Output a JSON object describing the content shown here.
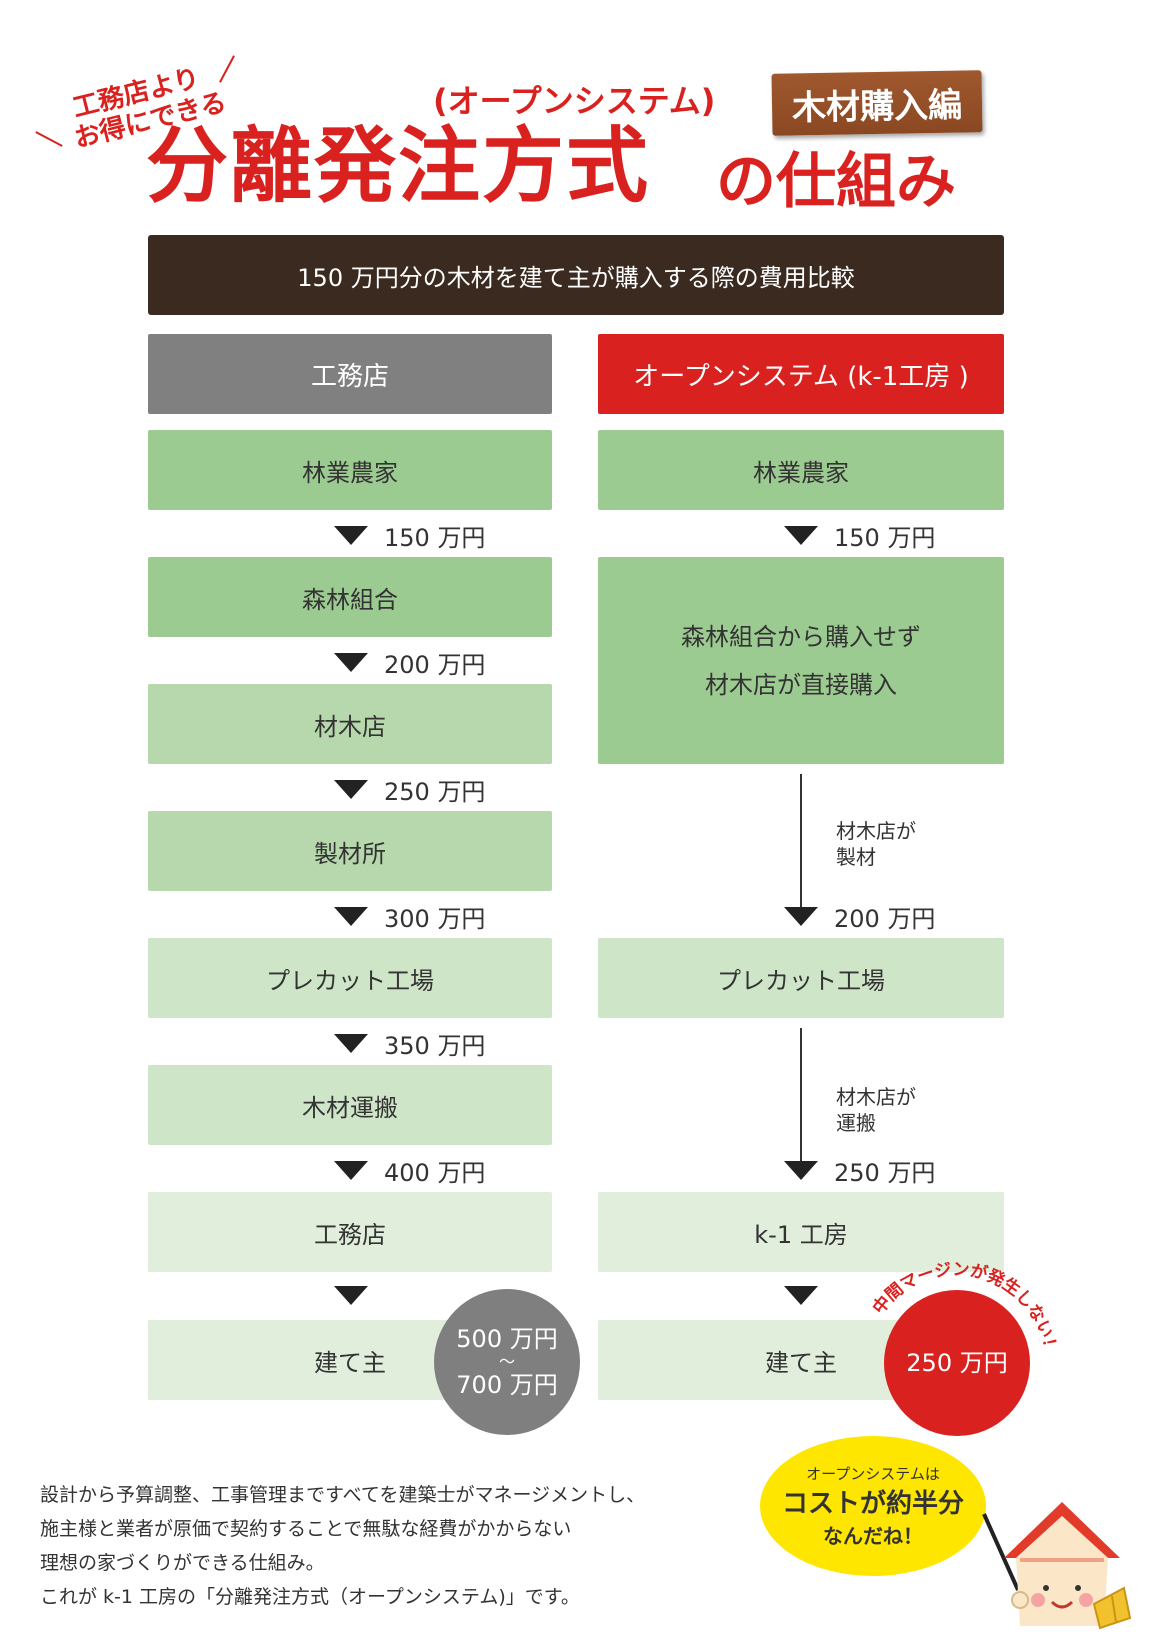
{
  "header": {
    "tagline_1": "工務店より",
    "tagline_2": "お得にできる",
    "subtitle": "(オープンシステム)",
    "title_main": "分離発注方式",
    "title_rest": "の仕組み",
    "edition_label": "木材購入編",
    "banner": "150 万円分の木材を建て主が購入する際の費用比較"
  },
  "left": {
    "header": "工務店",
    "steps": [
      "林業農家",
      "森林組合",
      "材木店",
      "製材所",
      "プレカット工場",
      "木材運搬",
      "工務店",
      "建て主"
    ],
    "prices": [
      "150 万円",
      "200 万円",
      "250 万円",
      "300 万円",
      "350 万円",
      "400 万円"
    ],
    "total_top": "500 万円",
    "total_tilde": "〜",
    "total_bottom": "700 万円"
  },
  "right": {
    "header": "オープンシステム (k-1工房 )",
    "step_1": "林業農家",
    "step_2_line1": "森林組合から購入せず",
    "step_2_line2": "材木店が直接購入",
    "step_3": "プレカット工場",
    "step_4": "k-1 工房",
    "step_5": "建て主",
    "prices": [
      "150 万円",
      "200 万円",
      "250 万円"
    ],
    "note_1_line1": "材木店が",
    "note_1_line2": "製材",
    "note_2_line1": "材木店が",
    "note_2_line2": "運搬",
    "total": "250 万円",
    "curved_note": "中間マージンが発生しない！"
  },
  "footer": {
    "lines": [
      "設計から予算調整、工事管理まですべてを建築士がマネージメントし、",
      "施主様と業者が原価で契約することで無駄な経費がかからない",
      "理想の家づくりができる仕組み。",
      "これが k-1 工房の「分離発注方式（オープンシステム)」です。"
    ]
  },
  "bubble": {
    "line1": "オープンシステムは",
    "line2": "コストが約半分",
    "line3": "なんだね！"
  },
  "colors": {
    "red": "#d9221f",
    "banner": "#3a2a20",
    "gray": "#808080",
    "wood": "#9a5328",
    "yellow": "#ffe600"
  }
}
